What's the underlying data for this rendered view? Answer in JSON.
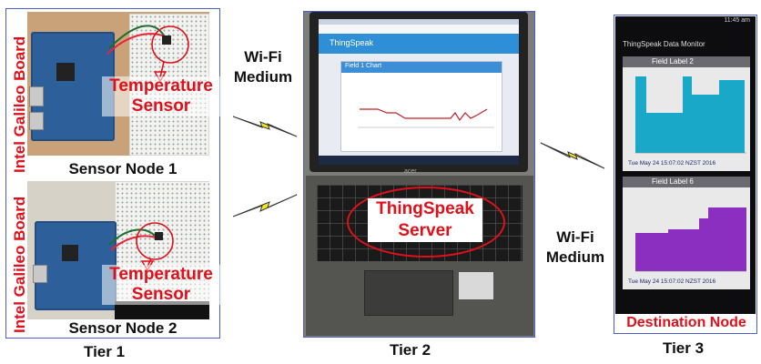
{
  "tiers": [
    {
      "label": "Tier 1"
    },
    {
      "label": "Tier 2"
    },
    {
      "label": "Tier 3"
    }
  ],
  "tier1": {
    "node1": {
      "board_label": "Intel Galileo Board",
      "sensor_label_1": "Temperature",
      "sensor_label_2": "Sensor",
      "node_label": "Sensor Node 1"
    },
    "node2": {
      "board_label": "Intel Galileo Board",
      "sensor_label_1": "Temperature",
      "sensor_label_2": "Sensor",
      "node_label": "Sensor Node 2"
    }
  },
  "links": {
    "left_medium_1": "Wi-Fi",
    "left_medium_2": "Medium",
    "right_medium_1": "Wi-Fi",
    "right_medium_2": "Medium"
  },
  "tier2": {
    "server_label_1": "ThingSpeak",
    "server_label_2": "Server",
    "browser_app": "ThingSpeak",
    "chart_title": "Field 1 Chart",
    "laptop_brand": "acer"
  },
  "tier3": {
    "app_title": "ThingSpeak Data Monitor",
    "chart1_title": "Field Label 2",
    "chart1_date": "Tue May 24 15:07:02 NZST 2016",
    "chart2_title": "Field Label 6",
    "chart2_date": "Tue May 24 15:07:02 NZST 2016",
    "status_time": "11:45 am",
    "destination_label": "Destination Node",
    "colors": {
      "chart1": "#1aa8c8",
      "chart2": "#8a2fc0"
    }
  }
}
